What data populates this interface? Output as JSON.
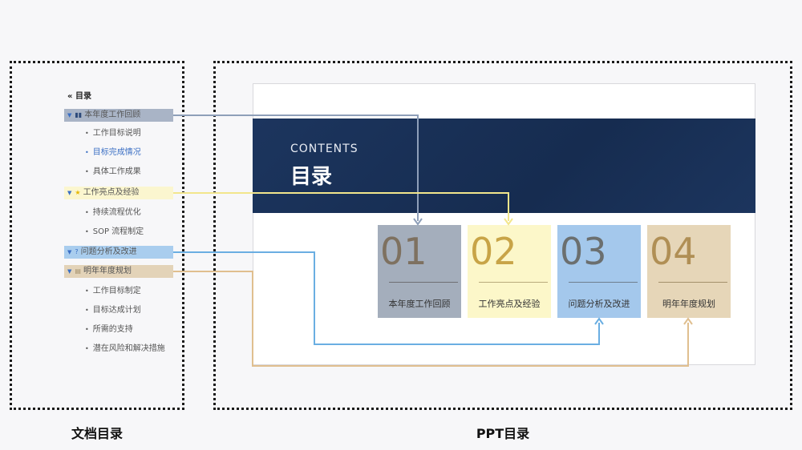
{
  "doc_toc": {
    "header": "目录",
    "collapse_icon": "«",
    "items": [
      {
        "label": "本年度工作回顾",
        "level": 1,
        "color": "#a9b4c6",
        "icon": "bar-chart-icon"
      },
      {
        "label": "工作目标说明",
        "level": 2
      },
      {
        "label": "目标完成情况",
        "level": 2,
        "active": true
      },
      {
        "label": "具体工作成果",
        "level": 2
      },
      {
        "label": "工作亮点及经验",
        "level": 1,
        "color": "#fbf6cf",
        "icon": "star-icon"
      },
      {
        "label": "持续流程优化",
        "level": 2
      },
      {
        "label": "SOP 流程制定",
        "level": 2
      },
      {
        "label": "问题分析及改进",
        "level": 1,
        "color": "#a9cdee",
        "icon": "question-icon"
      },
      {
        "label": "明年年度规划",
        "level": 1,
        "color": "#e3d3b8",
        "icon": "calendar-icon"
      },
      {
        "label": "工作目标制定",
        "level": 2
      },
      {
        "label": "目标达成计划",
        "level": 2
      },
      {
        "label": "所需的支持",
        "level": 2
      },
      {
        "label": "潜在风险和解决措施",
        "level": 2
      }
    ]
  },
  "slide": {
    "subtitle": "CONTENTS",
    "title": "目录",
    "cards": [
      {
        "num": "01",
        "label": "本年度工作回顾",
        "bg": "#a4aebc",
        "num_color": "#7e7160",
        "rule": "#6f6f72"
      },
      {
        "num": "02",
        "label": "工作亮点及经验",
        "bg": "#fcf7c9",
        "num_color": "#c8a447",
        "rule": "#b8ab7d"
      },
      {
        "num": "03",
        "label": "问题分析及改进",
        "bg": "#a4c8ec",
        "num_color": "#6b6f6f",
        "rule": "#6f7f8e"
      },
      {
        "num": "04",
        "label": "明年年度规划",
        "bg": "#e6d6b8",
        "num_color": "#b08f55",
        "rule": "#a4916c"
      }
    ]
  },
  "captions": {
    "left": "文档目录",
    "right": "PPT目录"
  },
  "connector_colors": [
    "#8e9fb9",
    "#f2e68c",
    "#6aaee2",
    "#e0bf8f"
  ]
}
